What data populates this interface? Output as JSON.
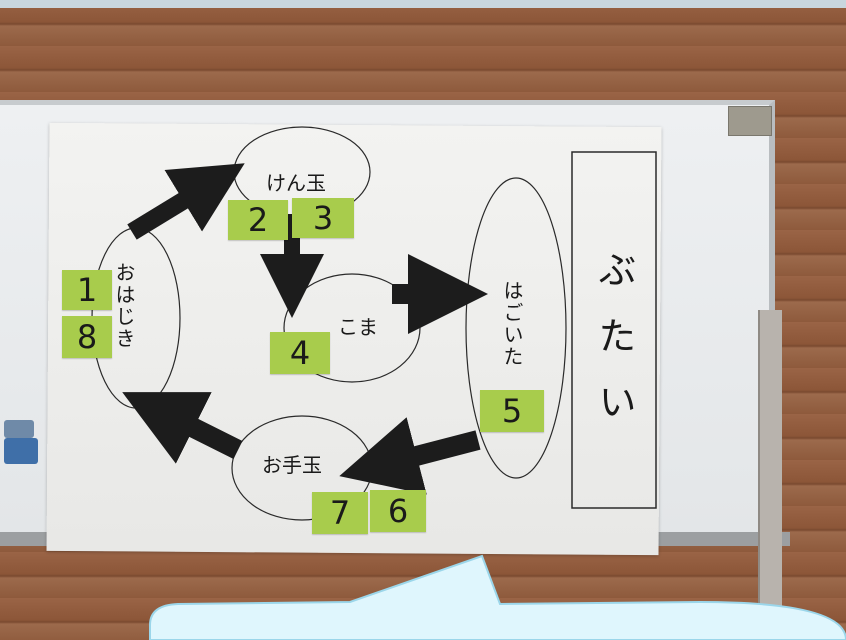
{
  "stages": {
    "kendama": "けん玉",
    "koma": "こま",
    "ohajiki": "おはじき",
    "hagoita": "はごいた",
    "otedama": "お手玉"
  },
  "stage_box": "ぶたい",
  "order_numbers": [
    "1",
    "8",
    "2",
    "3",
    "4",
    "5",
    "7",
    "6"
  ],
  "colors": {
    "sticky_note": "#a8cc4c",
    "callout_fill": "#dff6fd",
    "callout_border": "#9bd6ea"
  }
}
